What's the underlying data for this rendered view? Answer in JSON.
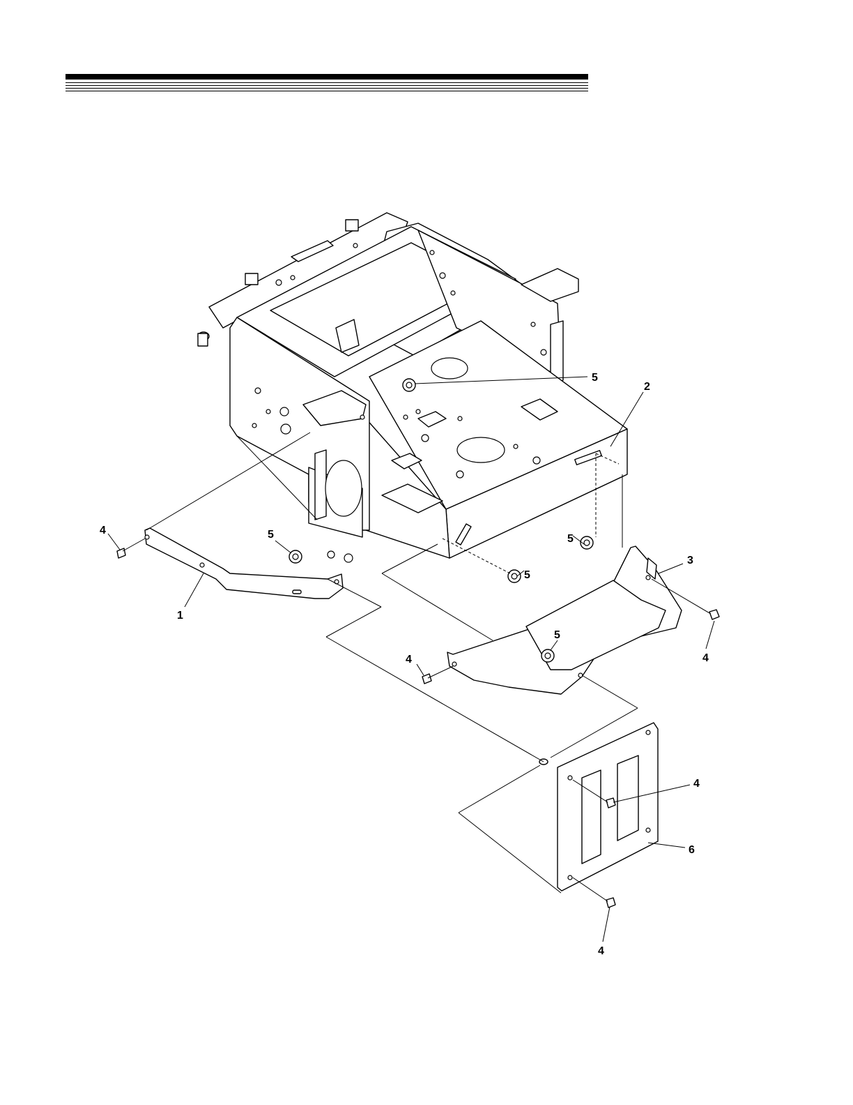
{
  "callouts": [
    {
      "id": "c1",
      "label": "1",
      "part": "bracket-1"
    },
    {
      "id": "c2",
      "label": "2",
      "part": "frame"
    },
    {
      "id": "c3",
      "label": "3",
      "part": "bracket-3"
    },
    {
      "id": "c4a",
      "label": "4",
      "part": "bolt"
    },
    {
      "id": "c4b",
      "label": "4",
      "part": "bolt"
    },
    {
      "id": "c4c",
      "label": "4",
      "part": "bolt"
    },
    {
      "id": "c4d",
      "label": "4",
      "part": "bolt"
    },
    {
      "id": "c4e",
      "label": "4",
      "part": "bolt"
    },
    {
      "id": "c5a",
      "label": "5",
      "part": "nut"
    },
    {
      "id": "c5b",
      "label": "5",
      "part": "nut"
    },
    {
      "id": "c5c",
      "label": "5",
      "part": "nut"
    },
    {
      "id": "c5d",
      "label": "5",
      "part": "nut"
    },
    {
      "id": "c5e",
      "label": "5",
      "part": "nut"
    },
    {
      "id": "c6",
      "label": "6",
      "part": "plate-6"
    }
  ]
}
